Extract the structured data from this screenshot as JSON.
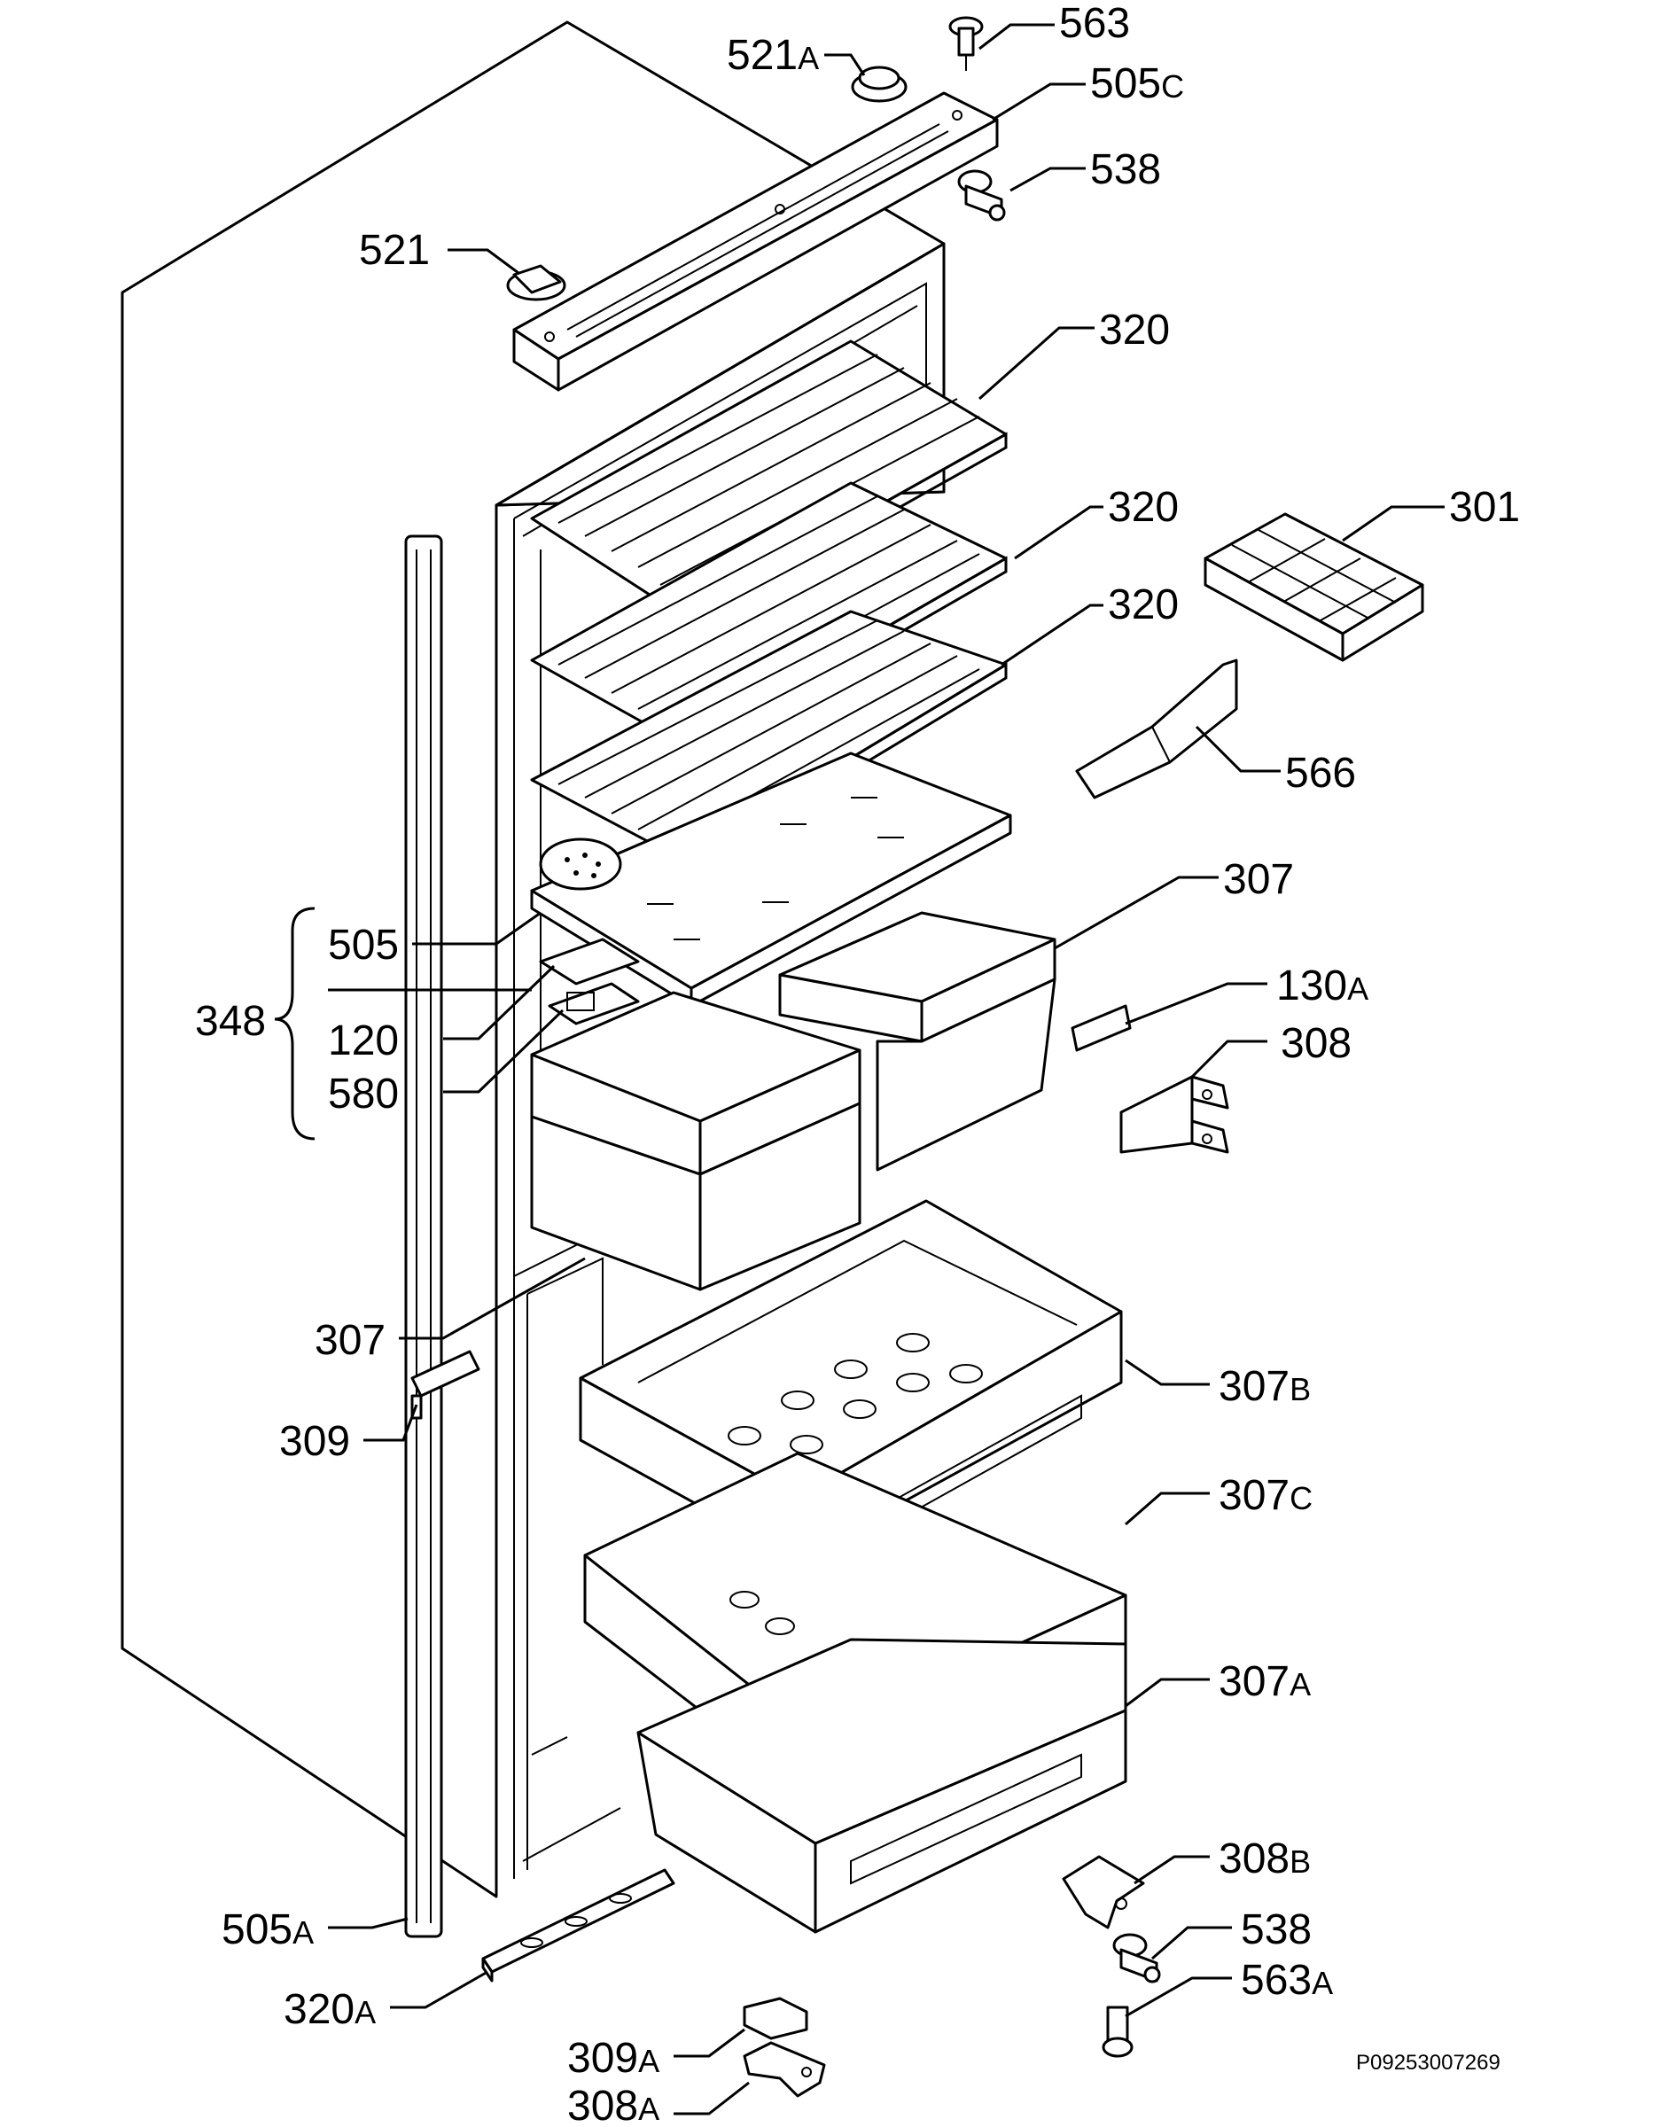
{
  "labels": {
    "l563": "563",
    "l521A": "521",
    "l521A_s": "A",
    "l505C": "505",
    "l505C_s": "C",
    "l538": "538",
    "l521": "521",
    "l320a": "320",
    "l320b": "320",
    "l301": "301",
    "l320c": "320",
    "l566": "566",
    "l307a": "307",
    "l505": "505",
    "l130A": "130",
    "l130A_s": "A",
    "l308": "308",
    "l348": "348",
    "l120": "120",
    "l580": "580",
    "l307b": "307",
    "l307B": "307",
    "l307B_s": "B",
    "l309": "309",
    "l307C": "307",
    "l307C_s": "C",
    "l307A": "307",
    "l307A_s": "A",
    "l308B": "308",
    "l308B_s": "B",
    "l505A": "505",
    "l505A_s": "A",
    "l538b": "538",
    "l563A": "563",
    "l563A_s": "A",
    "l320A": "320",
    "l320A_s": "A",
    "l309A": "309",
    "l309A_s": "A",
    "l308A": "308",
    "l308A_s": "A"
  },
  "doc_code": "P09253007269"
}
